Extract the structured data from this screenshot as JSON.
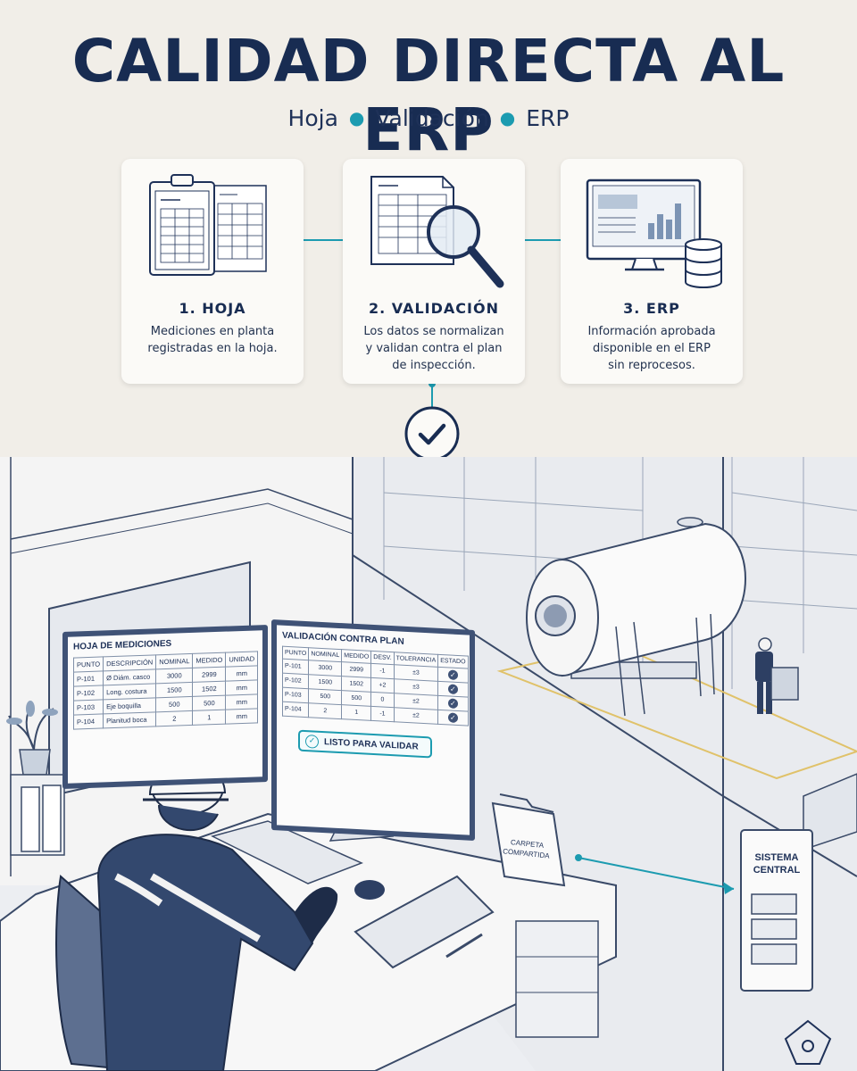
{
  "header": {
    "title": "CALIDAD DIRECTA AL ERP",
    "subtitle_items": [
      "Hoja",
      "Validación",
      "ERP"
    ]
  },
  "steps": [
    {
      "title": "1. HOJA",
      "desc_lines": [
        "Mediciones en planta",
        "registradas en la hoja."
      ],
      "icon": "clipboard-sheet-icon"
    },
    {
      "title": "2. VALIDACIÓN",
      "desc_lines": [
        "Los datos se normalizan",
        "y validan contra el plan",
        "de inspección."
      ],
      "icon": "magnifier-document-icon"
    },
    {
      "title": "3.  ERP",
      "desc_lines": [
        "Información aprobada",
        "disponible en el ERP",
        "sin reprocesos."
      ],
      "icon": "monitor-database-icon"
    }
  ],
  "colors": {
    "navy": "#182c52",
    "teal": "#1c9bb0",
    "background": "#f1eee8"
  },
  "scene": {
    "left_monitor": {
      "title": "HOJA DE MEDICIONES",
      "headers": [
        "PUNTO",
        "DESCRIPCIÓN",
        "NOMINAL",
        "MEDIDO",
        "UNIDAD"
      ],
      "rows": [
        [
          "P-101",
          "Ø Diám. casco",
          "3000",
          "2999",
          "mm"
        ],
        [
          "P-102",
          "Long. costura",
          "1500",
          "1502",
          "mm"
        ],
        [
          "P-103",
          "Eje boquilla",
          "500",
          "500",
          "mm"
        ],
        [
          "P-104",
          "Planitud boca",
          "2",
          "1",
          "mm"
        ]
      ]
    },
    "right_monitor": {
      "title": "VALIDACIÓN CONTRA PLAN",
      "headers": [
        "PUNTO",
        "NOMINAL",
        "MEDIDO",
        "DESV.",
        "TOLERANCIA",
        "ESTADO"
      ],
      "rows": [
        [
          "P-101",
          "3000",
          "2999",
          "-1",
          "±3"
        ],
        [
          "P-102",
          "1500",
          "1502",
          "+2",
          "±3"
        ],
        [
          "P-103",
          "500",
          "500",
          "0",
          "±2"
        ],
        [
          "P-104",
          "2",
          "1",
          "-1",
          "±2"
        ]
      ],
      "status_button": "LISTO PARA VALIDAR"
    },
    "folder_label_lines": [
      "CARPETA",
      "COMPARTIDA"
    ],
    "central_label_lines": [
      "SISTEMA",
      "CENTRAL"
    ]
  }
}
